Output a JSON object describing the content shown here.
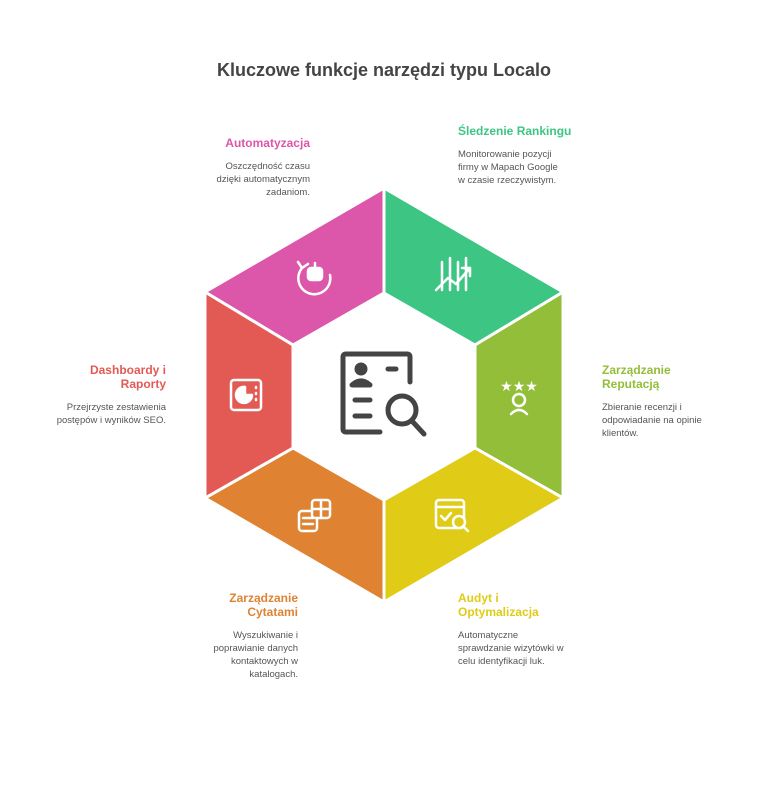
{
  "title": "Kluczowe funkcje narzędzi typu Localo",
  "features": [
    {
      "title": "Automatyzacja",
      "description": "Oszczędność czasu dzięki automatycznym zadaniom.",
      "color": "#DC57AA",
      "icon": "robot-refresh-icon"
    },
    {
      "title": "Śledzenie Rankingu",
      "description": "Monitorowanie pozycji firmy w Mapach Google w czasie rzeczywistym.",
      "color": "#3DC683",
      "icon": "rising-chart-icon"
    },
    {
      "title": "Zarządzanie Reputacją",
      "description": "Zbieranie recenzji i odpowiadanie na opinie klientów.",
      "color": "#93BE3A",
      "icon": "stars-user-icon"
    },
    {
      "title": "Audyt i Optymalizacja",
      "description": "Automatyczne sprawdzanie wizytówki w celu identyfikacji luk.",
      "color": "#E0CB17",
      "icon": "browser-check-search-icon"
    },
    {
      "title": "Zarządzanie Cytatami",
      "description": "Wyszukiwanie i poprawianie danych kontaktowych w katalogach.",
      "color": "#DF8332",
      "icon": "documents-grid-icon"
    },
    {
      "title": "Dashboardy i Raporty",
      "description": "Przejrzyste zestawienia postępów i wyników SEO.",
      "color": "#E35A55",
      "icon": "pie-report-icon"
    }
  ],
  "center_icon": "profile-search-icon"
}
